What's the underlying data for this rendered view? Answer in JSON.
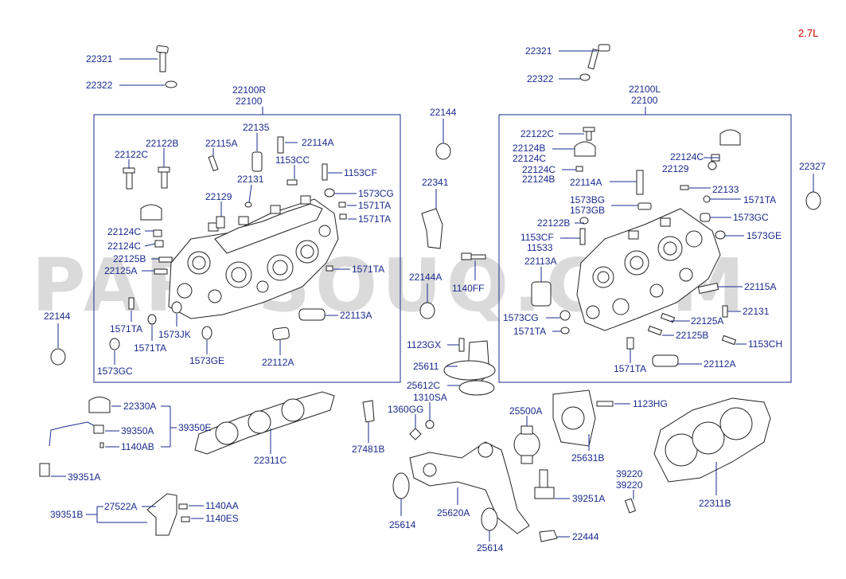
{
  "engine_tag": "2.7L",
  "watermark": "PARTSOUQ.COM",
  "colors": {
    "label": "#1a2a8c",
    "tag": "#d40000",
    "part": "#222222",
    "watermark": "#bdbdbd"
  },
  "labels": {
    "r22321": "22321",
    "r22322": "22322",
    "r22100R": "22100R",
    "r22100": "22100",
    "r22135": "22135",
    "r22122B": "22122B",
    "r22115A": "22115A",
    "r22114A": "22114A",
    "r22122C": "22122C",
    "r1153CC": "1153CC",
    "r1153CF": "1153CF",
    "r22131": "22131",
    "r22129": "22129",
    "r1573CG": "1573CG",
    "r1571TA_a": "1571TA",
    "r1571TA_b": "1571TA",
    "r22124C_a": "22124C",
    "r22124C_b": "22124C",
    "r22125B": "22125B",
    "r22125A": "22125A",
    "r1571TA_c": "1571TA",
    "r22144": "22144",
    "r1571TA_d": "1571TA",
    "r1573JK": "1573JK",
    "r22113A": "22113A",
    "r1571TA_e": "1571TA",
    "r1573GC": "1573GC",
    "r1573GE": "1573GE",
    "r22112A": "22112A",
    "m22144": "22144",
    "m22341": "22341",
    "m22144A": "22144A",
    "m1140FF": "1140FF",
    "m1123GX": "1123GX",
    "m25611": "25611",
    "m25612C": "25612C",
    "m1310SA": "1310SA",
    "m1360GG": "1360GG",
    "m27481B": "27481B",
    "m25500A": "25500A",
    "m25614_a": "25614",
    "m25620A": "25620A",
    "m25614_b": "25614",
    "m22444": "22444",
    "m39251A": "39251A",
    "m25631B": "25631B",
    "m1123HG": "1123HG",
    "m39220_a": "39220",
    "m39220_b": "39220",
    "m22311B": "22311B",
    "l22321": "22321",
    "l22322": "22322",
    "l22100L": "22100L",
    "l22100": "22100",
    "l22122C": "22122C",
    "l22124B_a": "22124B",
    "l22124C_a": "22124C",
    "l22124C_b": "22124C",
    "l22124B_b": "22124B",
    "l22124C_c": "22124C",
    "l22129": "22129",
    "l22327": "22327",
    "l22114A": "22114A",
    "l22133": "22133",
    "l1573BG": "1573BG",
    "l1573GB": "1573GB",
    "l1571TA_a": "1571TA",
    "l1573GC": "1573GC",
    "l22122B": "22122B",
    "l1573GE": "1573GE",
    "l1153CF": "1153CF",
    "l11533": "11533",
    "l22113A": "22113A",
    "l22115A": "22115A",
    "l22131": "22131",
    "l1573CG": "1573CG",
    "l22125A": "22125A",
    "l1571TA_b": "1571TA",
    "l22125B": "22125B",
    "l1153CH": "1153CH",
    "l1571TA_c": "1571TA",
    "l22112A": "22112A",
    "b22330A": "22330A",
    "b39350E": "39350E",
    "b39350A": "39350A",
    "b1140AB": "1140AB",
    "b39351A": "39351A",
    "b22311C": "22311C",
    "b27522A": "27522A",
    "b39351B": "39351B",
    "b1140AA": "1140AA",
    "b1140ES": "1140ES"
  }
}
